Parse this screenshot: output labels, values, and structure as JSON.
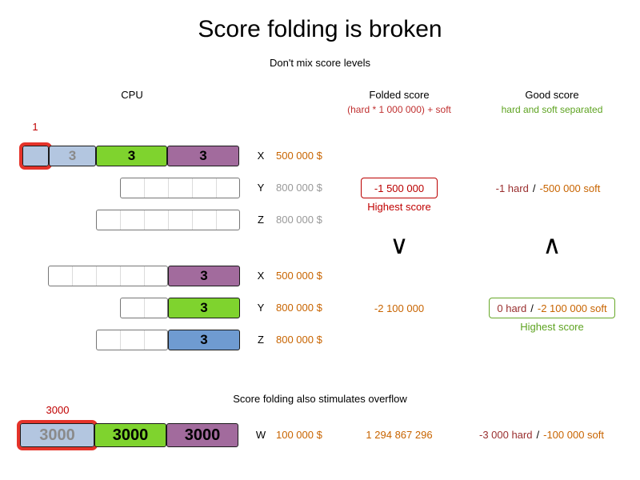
{
  "title": "Score folding is broken",
  "mix": {
    "subtitle": "Don't mix score levels",
    "columns": {
      "cpu": "CPU",
      "folded_title": "Folded score",
      "folded_formula": "(hard * 1 000 000) + soft",
      "good_title": "Good score",
      "good_subtitle": "hard and soft separated"
    },
    "bad_plan": {
      "overflow_label": "1",
      "x": {
        "cpu": "X",
        "cost": "500 000 $",
        "blue_task": "3",
        "green_task": "3",
        "purple_task": "3"
      },
      "y": {
        "cpu": "Y",
        "cost": "800 000 $"
      },
      "z": {
        "cpu": "Z",
        "cost": "800 000 $"
      },
      "folded_score": "-1 500 000",
      "folded_note": "Highest score",
      "good_hard": "-1 hard",
      "good_separator": "/",
      "good_soft": "-500 000 soft"
    },
    "comparison": {
      "folded_symbol": "∨",
      "good_symbol": "∧"
    },
    "good_plan": {
      "x": {
        "cpu": "X",
        "cost": "500 000 $",
        "task": "3"
      },
      "y": {
        "cpu": "Y",
        "cost": "800 000 $",
        "task": "3"
      },
      "z": {
        "cpu": "Z",
        "cost": "800 000 $",
        "task": "3"
      },
      "folded_score": "-2 100 000",
      "good_hard": "0 hard",
      "good_separator": "/",
      "good_soft": "-2 100 000 soft",
      "good_note": "Highest score"
    }
  },
  "overflow": {
    "subtitle": "Score folding also stimulates overflow",
    "overflow_label": "3000",
    "w": {
      "cpu": "W",
      "cost": "100 000 $",
      "blue_task": "3000",
      "green_task": "3000",
      "purple_task": "3000"
    },
    "folded_score": "1 294 867 296",
    "good_hard": "-3 000 hard",
    "good_separator": "/",
    "good_soft": "-100 000 soft"
  },
  "colors": {
    "task_light_blue": "#b3c6e0",
    "task_green": "#7fd32e",
    "task_purple": "#a26b9d",
    "task_blue": "#6f9bd1",
    "overflow_highlight_red": "#e5332a",
    "cost_orange": "#c86400",
    "folded_red": "#bb0000",
    "good_green": "#67a828",
    "hard_text": "#992e2e",
    "unused_gray": "#999999"
  }
}
